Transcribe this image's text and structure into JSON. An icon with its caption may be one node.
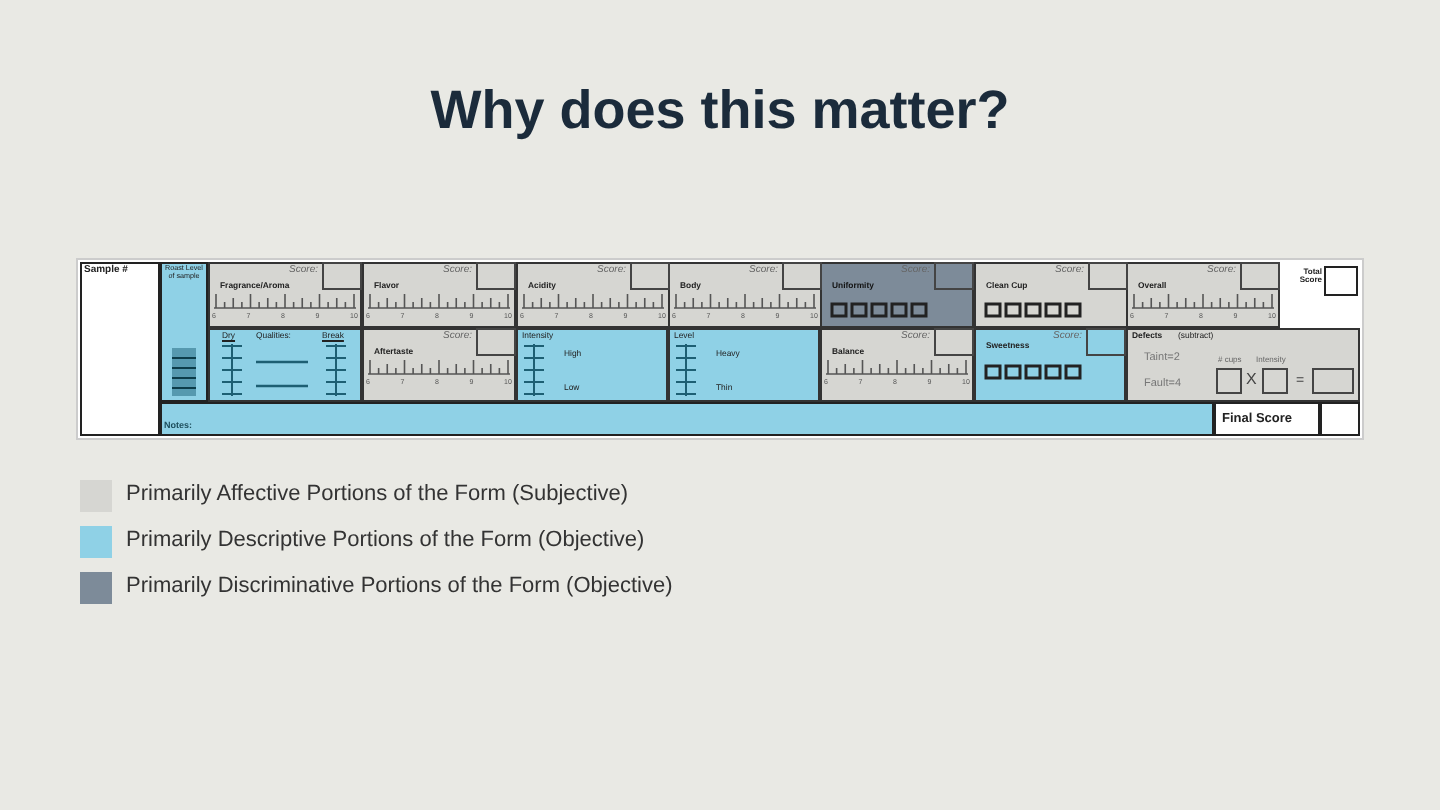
{
  "diagram": {
    "title": "Why does this matter?",
    "labels": [
      "Sample #",
      "Roast Level of sample",
      "Score:",
      "Fragrance/Aroma",
      "6",
      "7",
      "8",
      "9",
      "10",
      "Score:",
      "Flavor",
      "6",
      "7",
      "8",
      "9",
      "10",
      "Score:",
      "Acidity",
      "6",
      "7",
      "8",
      "9",
      "10",
      "Score:",
      "Body",
      "6",
      "7",
      "8",
      "9",
      "10",
      "Score:",
      "Uniformity",
      "Score:",
      "Clean Cup",
      "Score:",
      "Overall",
      "6",
      "7",
      "8",
      "9",
      "10",
      "Total Score",
      "Dry",
      "Qualities:",
      "Break",
      "Score:",
      "Aftertaste",
      "6",
      "7",
      "8",
      "9",
      "10",
      "Intensity",
      "High",
      "Low",
      "Level",
      "Heavy",
      "Thin",
      "Score:",
      "Balance",
      "6",
      "7",
      "8",
      "9",
      "10",
      "Score:",
      "Sweetness",
      "Defects",
      "(subtract)",
      "Taint=2",
      "# cups",
      "Intensity",
      "Fault=4",
      "X",
      "=",
      "Notes:",
      "Final Score"
    ],
    "legend": [
      {
        "text": "Primarily Affective Portions of the Form (Subjective)",
        "color": "#d6d6d2"
      },
      {
        "text": "Primarily Descriptive Portions of the Form (Objective)",
        "color": "#8fd1e6"
      },
      {
        "text": "Primarily Discriminative Portions of the Form (Objective)",
        "color": "#7d8b99"
      }
    ]
  }
}
